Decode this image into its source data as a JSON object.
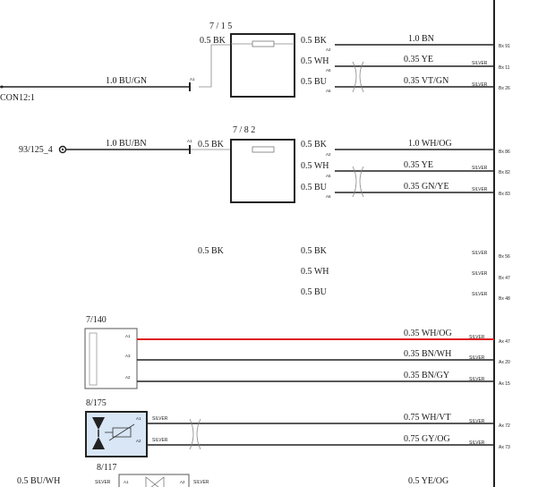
{
  "group1": {
    "ref": "7 / 1 5",
    "in_size": "0.5 BK",
    "outs": [
      "0.5 BK",
      "0.5 WH",
      "0.5 BU"
    ],
    "pins": [
      "A2",
      "A5",
      "A6"
    ],
    "wires": [
      "1.0 BN",
      "0.35 YE",
      "0.35 VT/GN"
    ],
    "silver": [
      "SILVER",
      "SILVER"
    ],
    "conns": [
      "Bx 91",
      "Bx 11",
      "Bx 26"
    ],
    "left_wire": "1.0 BU/GN",
    "left_pin": "A1",
    "left_ref": "CON12:1"
  },
  "group2": {
    "ref": "7 / 8 2",
    "in_size": "0.5 BK",
    "outs": [
      "0.5 BK",
      "0.5 WH",
      "0.5 BU"
    ],
    "pins": [
      "A2",
      "A5",
      "A6"
    ],
    "wires": [
      "1.0 WH/OG",
      "0.35 YE",
      "0.35 GN/YE"
    ],
    "silver": [
      "SILVER",
      "SILVER"
    ],
    "conns": [
      "Bx 86",
      "Bx 82",
      "Bx 83"
    ],
    "left_wire": "1.0 BU/BN",
    "left_pin": "A1",
    "left_ref": "93/125_4"
  },
  "group3": {
    "in_size": "0.5 BK",
    "outs": [
      "0.5 BK",
      "0.5 WH",
      "0.5 BU"
    ],
    "silver": [
      "SILVER",
      "SILVER",
      "SILVER"
    ],
    "conns": [
      "Bx 56",
      "Bx 47",
      "Bx 48"
    ]
  },
  "group4": {
    "ref": "7/140",
    "pins": [
      "A1",
      "A3",
      "A2"
    ],
    "wires": [
      "0.35 WH/OG",
      "0.35 BN/WH",
      "0.35 BN/GY"
    ],
    "silver": [
      "SILVER",
      "SILVER",
      "SILVER"
    ],
    "conns": [
      "Ax 47",
      "Ax 20",
      "Ax 15"
    ],
    "highlight_color": "#e02020"
  },
  "group5": {
    "ref": "8/175",
    "pins": [
      "A1",
      "A2"
    ],
    "silver_left": [
      "SILVER",
      "SILVER"
    ],
    "wires": [
      "0.75 WH/VT",
      "0.75 GY/OG"
    ],
    "silver": [
      "SILVER",
      "SILVER"
    ],
    "conns": [
      "Ax 72",
      "Ax 73"
    ]
  },
  "group6": {
    "ref": "8/117",
    "left_wire": "0.5 BU/WH",
    "silver": [
      "SILVER",
      "SILVER"
    ],
    "pins": [
      "A1",
      "A2"
    ],
    "wire": "0.5 YE/OG"
  }
}
